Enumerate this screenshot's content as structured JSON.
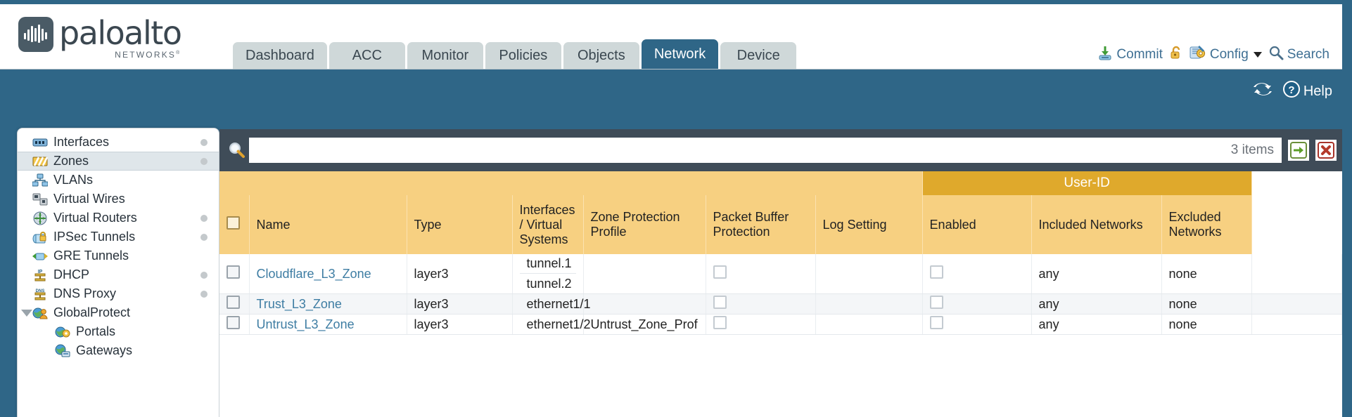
{
  "brand": {
    "name": "paloalto",
    "tagline": "NETWORKS",
    "registered": "®"
  },
  "header": {
    "tabs": [
      {
        "label": "Dashboard",
        "active": false
      },
      {
        "label": "ACC",
        "active": false
      },
      {
        "label": "Monitor",
        "active": false
      },
      {
        "label": "Policies",
        "active": false
      },
      {
        "label": "Objects",
        "active": false
      },
      {
        "label": "Network",
        "active": true
      },
      {
        "label": "Device",
        "active": false
      }
    ],
    "actions": {
      "commit": "Commit",
      "lock_icon": "unlock-icon",
      "config": "Config",
      "search": "Search"
    }
  },
  "toolbar": {
    "refresh_icon": "refresh-icon",
    "help": "Help"
  },
  "sidebar": {
    "items": [
      {
        "label": "Interfaces",
        "icon": "interfaces-icon",
        "selected": false,
        "dot": true,
        "indent": false,
        "twisty": false
      },
      {
        "label": "Zones",
        "icon": "zones-icon",
        "selected": true,
        "dot": true,
        "indent": false,
        "twisty": false
      },
      {
        "label": "VLANs",
        "icon": "vlans-icon",
        "selected": false,
        "dot": false,
        "indent": false,
        "twisty": false
      },
      {
        "label": "Virtual Wires",
        "icon": "virtual-wires-icon",
        "selected": false,
        "dot": false,
        "indent": false,
        "twisty": false
      },
      {
        "label": "Virtual Routers",
        "icon": "virtual-routers-icon",
        "selected": false,
        "dot": true,
        "indent": false,
        "twisty": false
      },
      {
        "label": "IPSec Tunnels",
        "icon": "ipsec-tunnels-icon",
        "selected": false,
        "dot": true,
        "indent": false,
        "twisty": false
      },
      {
        "label": "GRE Tunnels",
        "icon": "gre-tunnels-icon",
        "selected": false,
        "dot": false,
        "indent": false,
        "twisty": false
      },
      {
        "label": "DHCP",
        "icon": "dhcp-icon",
        "selected": false,
        "dot": true,
        "indent": false,
        "twisty": false
      },
      {
        "label": "DNS Proxy",
        "icon": "dns-proxy-icon",
        "selected": false,
        "dot": true,
        "indent": false,
        "twisty": false
      },
      {
        "label": "GlobalProtect",
        "icon": "globalprotect-icon",
        "selected": false,
        "dot": false,
        "indent": false,
        "twisty": true
      },
      {
        "label": "Portals",
        "icon": "portals-icon",
        "selected": false,
        "dot": false,
        "indent": true,
        "twisty": false
      },
      {
        "label": "Gateways",
        "icon": "gateways-icon",
        "selected": false,
        "dot": false,
        "indent": true,
        "twisty": false
      }
    ]
  },
  "search": {
    "value": "",
    "placeholder": "",
    "item_count": "3 items",
    "apply_icon": "apply-filter-arrow-icon",
    "clear_icon": "clear-filter-x-icon",
    "magnifier_icon": "magnifier-icon"
  },
  "table": {
    "group_header": "User-ID",
    "columns": [
      "Name",
      "Type",
      "Interfaces / Virtual Systems",
      "Zone Protection Profile",
      "Packet Buffer Protection",
      "Log Setting",
      "Enabled",
      "Included Networks",
      "Excluded Networks"
    ],
    "rows": [
      {
        "name": "Cloudflare_L3_Zone",
        "type": "layer3",
        "interfaces": [
          "tunnel.1",
          "tunnel.2"
        ],
        "zone_protection_profile": "",
        "packet_buffer_protection": false,
        "log_setting": "",
        "user_id_enabled": false,
        "included_networks": "any",
        "excluded_networks": "none"
      },
      {
        "name": "Trust_L3_Zone",
        "type": "layer3",
        "interfaces": [
          "ethernet1/1"
        ],
        "zone_protection_profile": "",
        "packet_buffer_protection": false,
        "log_setting": "",
        "user_id_enabled": false,
        "included_networks": "any",
        "excluded_networks": "none"
      },
      {
        "name": "Untrust_L3_Zone",
        "type": "layer3",
        "interfaces": [
          "ethernet1/2"
        ],
        "zone_protection_profile": "Untrust_Zone_Prof",
        "packet_buffer_protection": false,
        "log_setting": "",
        "user_id_enabled": false,
        "included_networks": "any",
        "excluded_networks": "none"
      }
    ]
  },
  "colors": {
    "brand_blue": "#2f6687",
    "table_header": "#f7d081",
    "group_header": "#dfa92c",
    "link": "#3e7da3",
    "panel_dark": "#3f4c58"
  }
}
